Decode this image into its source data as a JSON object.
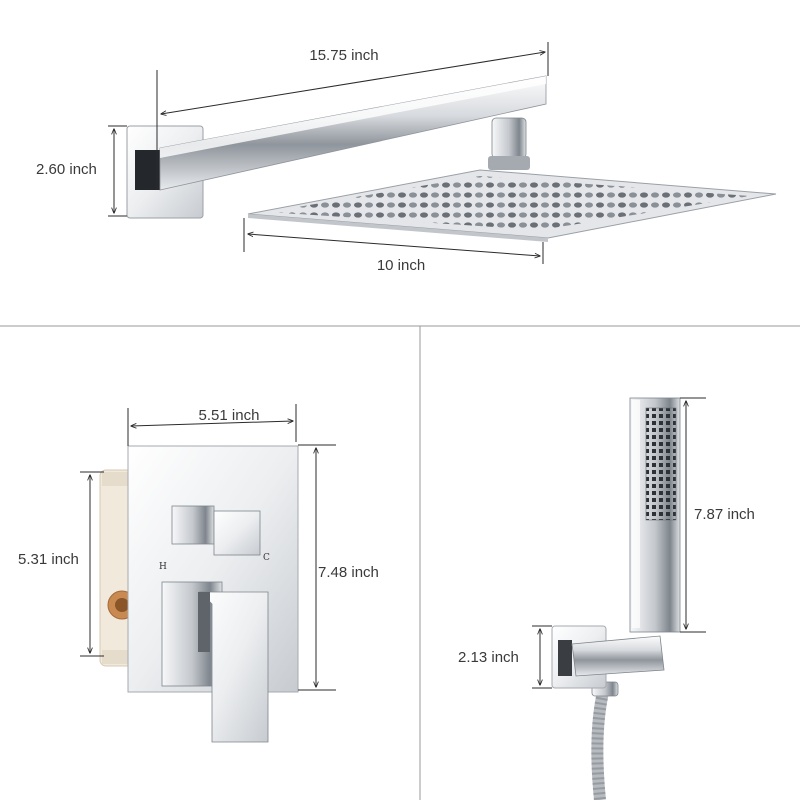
{
  "dimensions": {
    "arm_length": "15.75 inch",
    "flange_height": "2.60 inch",
    "head_width": "10 inch",
    "plate_width": "5.51 inch",
    "valve_body_height": "5.31 inch",
    "plate_height": "7.48 inch",
    "handshower_length": "7.87 inch",
    "holder_height": "2.13 inch"
  },
  "valve_markings": {
    "hot": "H",
    "cold": "C"
  },
  "colors": {
    "divider": "#9a9a9a",
    "dimension_line": "#2b2b2b",
    "chrome": "#c9cdd2",
    "valve_body": "#f1e9dc",
    "valve_port": "#c98a52"
  }
}
